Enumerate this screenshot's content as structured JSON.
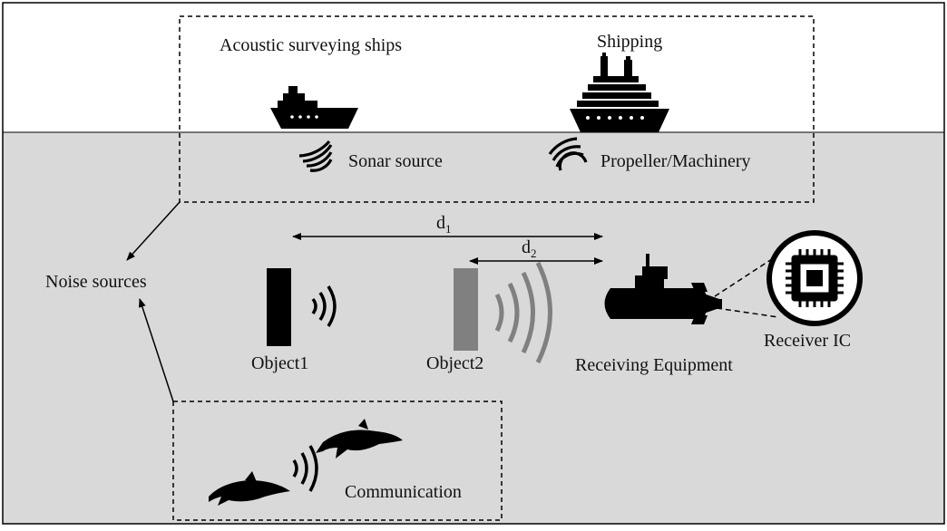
{
  "labels": {
    "survey_ships": "Acoustic surveying ships",
    "shipping": "Shipping",
    "sonar_source": "Sonar source",
    "propeller": "Propeller/Machinery",
    "noise_sources": "Noise sources",
    "d1": "d",
    "d1_sub": "1",
    "d2": "d",
    "d2_sub": "2",
    "object1": "Object1",
    "object2": "Object2",
    "receiving_equipment": "Receiving Equipment",
    "receiver_ic": "Receiver IC",
    "communication": "Communication"
  },
  "colors": {
    "sea": "#d9d9d9",
    "sky": "#ffffff",
    "object1": "#000000",
    "object2": "#808080",
    "wave_far": "#808080",
    "ink": "#000000"
  },
  "icons": [
    "survey-ship-icon",
    "cruise-ship-icon",
    "sonar-wave-icon",
    "submarine-icon",
    "chip-icon",
    "dolphin-icon"
  ]
}
